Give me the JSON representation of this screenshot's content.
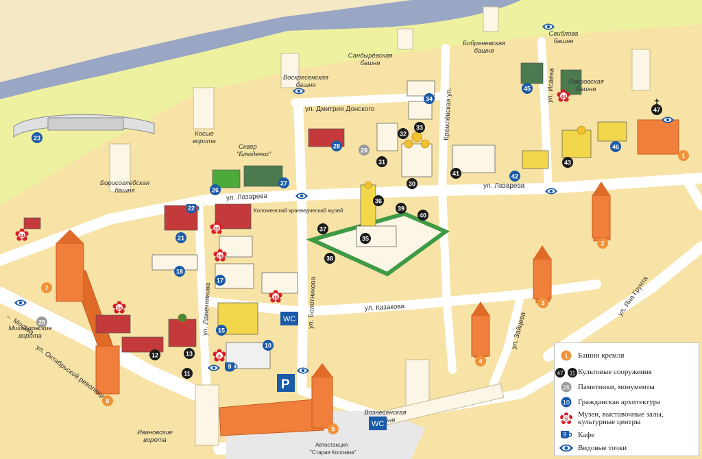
{
  "streets": {
    "dmitry_donskogo": "ул. Дмитрия Донского",
    "lazareva_left": "ул. Лазарева",
    "lazareva_right": "ул. Лазарева",
    "lazhechnikova": "ул. Лажечникова",
    "bolotnikova": "ул. Болотникова",
    "kremlevskaya": "Кремлёвская ул.",
    "isaeva": "ул. Исаева",
    "kazakova": "ул. Казакова",
    "zaitseva": "ул. Зайцева",
    "yana_grunta": "ул. Яна Грунта",
    "oktyabrskoy": "ул. Октябрьской революции"
  },
  "towers": {
    "voskresenskaya": "Воскресенская башня",
    "sandyrevskaya": "Сандырёвская башня",
    "bobrenevskaya": "Бобреневская башня",
    "simeonovskaya": "Свиблова башня",
    "pokrovskaya": "Покровская башня",
    "kosye": "Косые ворота",
    "borisoglebskaya": "Борисоглебская башня",
    "mikhailovskie": "Михайловские ворота",
    "ivanovskie": "Ивановские ворота",
    "voznesenskaya": "Вознесенская башня"
  },
  "labels": {
    "skver": "Сквер",
    "blyudechko": "\"Блюдечко\"",
    "museum": "Коломенский краеведческий музей",
    "moskva": "← Москва",
    "avtostanciya": "Автостанция",
    "staraya_kolomna": "\"Старая Коломна\"",
    "wc": "WC",
    "parking": "P"
  },
  "markers": [
    {
      "n": "1",
      "t": "tower"
    },
    {
      "n": "2",
      "t": "tower"
    },
    {
      "n": "3",
      "t": "tower"
    },
    {
      "n": "4",
      "t": "tower"
    },
    {
      "n": "5",
      "t": "tower"
    },
    {
      "n": "6",
      "t": "tower"
    },
    {
      "n": "7",
      "t": "tower"
    },
    {
      "n": "8",
      "t": "museum"
    },
    {
      "n": "9",
      "t": "cafe"
    },
    {
      "n": "10",
      "t": "civil"
    },
    {
      "n": "11",
      "t": "cult"
    },
    {
      "n": "12",
      "t": "cult"
    },
    {
      "n": "13",
      "t": "cult"
    },
    {
      "n": "14",
      "t": "museum"
    },
    {
      "n": "15",
      "t": "civil"
    },
    {
      "n": "16",
      "t": "museum"
    },
    {
      "n": "17",
      "t": "civil"
    },
    {
      "n": "18",
      "t": "civil"
    },
    {
      "n": "19",
      "t": "museum"
    },
    {
      "n": "20",
      "t": "museum"
    },
    {
      "n": "21",
      "t": "civil"
    },
    {
      "n": "22",
      "t": "cafe"
    },
    {
      "n": "23",
      "t": "civil"
    },
    {
      "n": "24",
      "t": "museum"
    },
    {
      "n": "25",
      "t": "monument"
    },
    {
      "n": "26",
      "t": "civil"
    },
    {
      "n": "27",
      "t": "civil"
    },
    {
      "n": "28",
      "t": "civil"
    },
    {
      "n": "29",
      "t": "monument"
    },
    {
      "n": "30",
      "t": "cult"
    },
    {
      "n": "31",
      "t": "cult"
    },
    {
      "n": "32",
      "t": "cult"
    },
    {
      "n": "33",
      "t": "cult"
    },
    {
      "n": "34",
      "t": "civil"
    },
    {
      "n": "35",
      "t": "cult"
    },
    {
      "n": "36",
      "t": "cult"
    },
    {
      "n": "37",
      "t": "cult"
    },
    {
      "n": "38",
      "t": "cult"
    },
    {
      "n": "39",
      "t": "cult"
    },
    {
      "n": "40",
      "t": "cult"
    },
    {
      "n": "41",
      "t": "cult"
    },
    {
      "n": "42",
      "t": "civil"
    },
    {
      "n": "43",
      "t": "cult"
    },
    {
      "n": "44",
      "t": "museum"
    },
    {
      "n": "45",
      "t": "civil"
    },
    {
      "n": "46",
      "t": "civil"
    },
    {
      "n": "47",
      "t": "cult-cross"
    }
  ],
  "legend": {
    "towers": {
      "icon": "1",
      "label": "Башни кремля"
    },
    "cult": {
      "icon_a": "47",
      "icon_b": "11",
      "label": "Культовые сооружения"
    },
    "monuments": {
      "icon": "26",
      "label": "Памятники, монументы"
    },
    "civil": {
      "icon": "10",
      "label": "Гражданская архитектура"
    },
    "museums": {
      "icon": "8",
      "label": "Музеи, выставочные залы, культурные центры"
    },
    "cafe": {
      "icon": "9",
      "label": "Кафе"
    },
    "viewpoints": {
      "label": "Видовые точки"
    }
  },
  "colors": {
    "tower": "#f0923a",
    "cult": "#1a1a1a",
    "monument": "#9a9a9a",
    "civil": "#1a5aa8",
    "museum": "#d8202a",
    "cafe": "#1a5aa8",
    "park": "#eef2a0",
    "road": "#ffffff",
    "river": "#9aa7c4",
    "wall": "#ef7f3a"
  }
}
